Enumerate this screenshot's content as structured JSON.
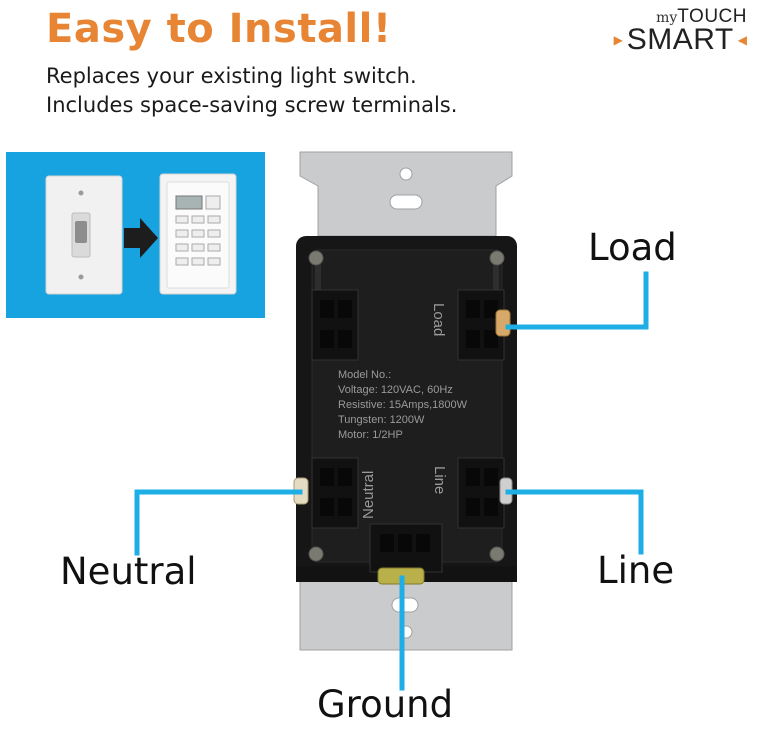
{
  "headline": "Easy to Install!",
  "subtext": [
    "Replaces your existing light switch.",
    "Includes space-saving screw terminals."
  ],
  "brand": {
    "prefix": "my",
    "touch": "TOUCH",
    "smart": "SMART"
  },
  "labels": {
    "load": "Load",
    "neutral": "Neutral",
    "line": "Line",
    "ground": "Ground"
  },
  "device_specs": [
    "Model No.:",
    "Voltage: 120VAC, 60Hz",
    "Resistive: 15Amps,1800W",
    "Tungsten: 1200W",
    "Motor: 1/2HP"
  ],
  "terminal_markings": {
    "load": "Load",
    "neutral": "Neutral",
    "line": "Line"
  },
  "colors": {
    "accent": "#e88534",
    "callout": "#1eaee6",
    "inset_bg": "#17a3e0",
    "device_body": "#161616"
  },
  "icons": [
    "arrow-right-icon",
    "toggle-switch-icon",
    "timer-switch-icon"
  ]
}
